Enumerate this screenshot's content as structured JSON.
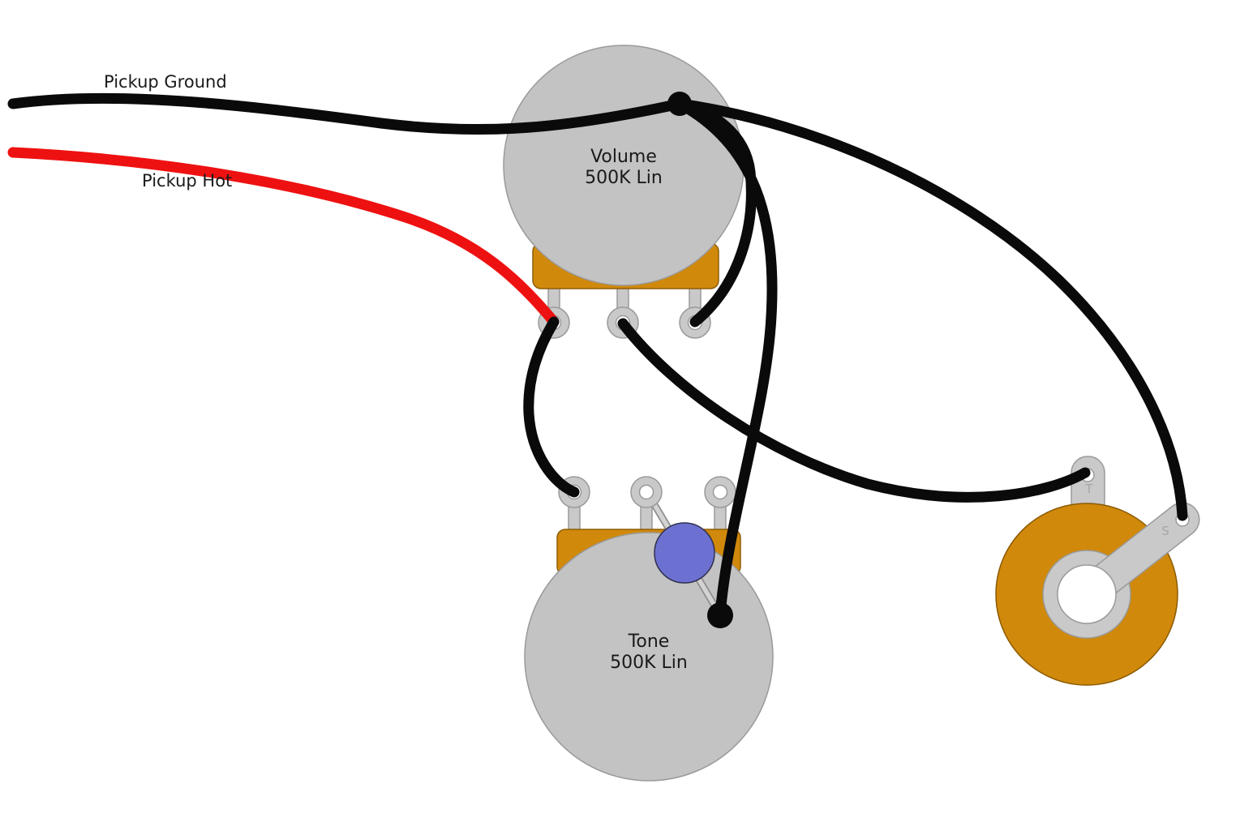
{
  "diagram": {
    "background": "#ffffff",
    "wires": {
      "pickup_ground_label": "Pickup Ground",
      "pickup_hot_label": "Pickup Hot"
    },
    "volume_pot": {
      "name": "Volume",
      "value": "500K Lin"
    },
    "tone_pot": {
      "name": "Tone",
      "value": "500K Lin"
    },
    "output_jack": {
      "tip_label": "T",
      "sleeve_label": "S"
    },
    "colors": {
      "background": "#ffffff",
      "wire-ground": "#0a0a0a",
      "wire-hot": "#ee1111",
      "pot-body": "#c3c3c3",
      "pot-border": "#9a9a9a",
      "pot-base": "#d0890b",
      "pot-base-border": "#8f5e07",
      "lug": "#c9c9c9",
      "capacitor": "#6c71d1",
      "jack": "#d0890b",
      "solder": "#0a0a0a",
      "terminal-letter": "#a6a6a6",
      "text": "#1a1a1a"
    }
  }
}
